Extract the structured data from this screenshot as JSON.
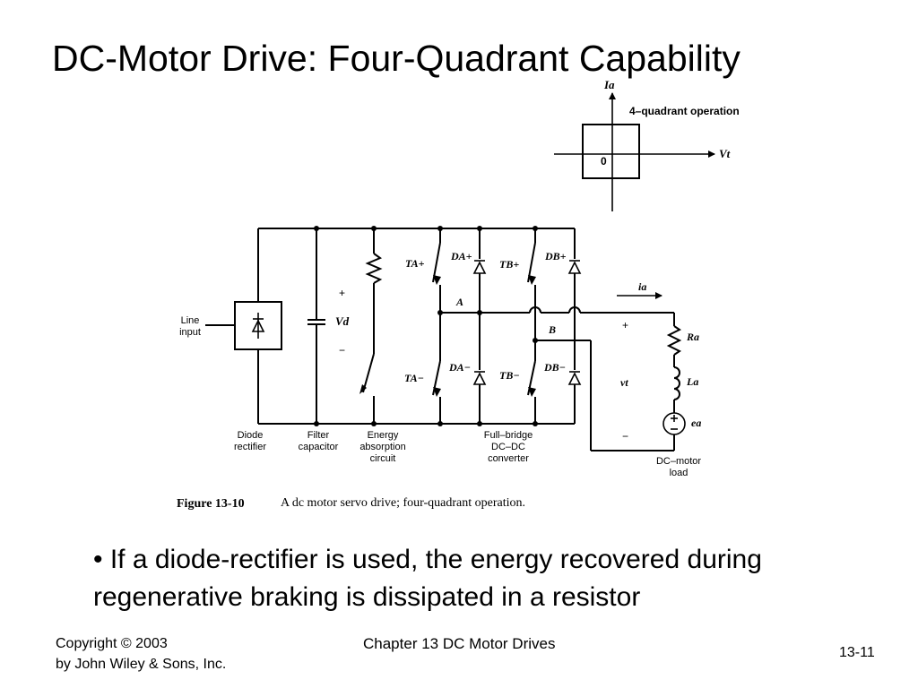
{
  "slide": {
    "title": "DC-Motor Drive: Four-Quadrant Capability",
    "bullet": "• If a diode-rectifier is used, the energy recovered during regenerative braking is dissipated in a resistor"
  },
  "quadrant": {
    "axis_y_label": "Ia",
    "axis_x_label": "Vt",
    "caption": "4–quadrant operation",
    "origin": "0"
  },
  "circuit": {
    "line_input": [
      "Line",
      "input"
    ],
    "vd_plus": "+",
    "vd_label": "Vd",
    "vd_minus": "−",
    "switch_ta_plus": "TA+",
    "switch_ta_minus": "TA−",
    "switch_tb_plus": "TB+",
    "switch_tb_minus": "TB−",
    "diode_da_plus": "DA+",
    "diode_da_minus": "DA−",
    "diode_db_plus": "DB+",
    "diode_db_minus": "DB−",
    "node_a": "A",
    "node_b": "B",
    "ia_label": "ia",
    "vt_plus": "+",
    "vt_label": "vt",
    "vt_minus": "−",
    "ra_label": "Ra",
    "la_label": "La",
    "ea_label": "ea",
    "block_diode_rectifier": [
      "Diode",
      "rectifier"
    ],
    "block_filter_capacitor": [
      "Filter",
      "capacitor"
    ],
    "block_energy_absorption": [
      "Energy",
      "absorption",
      "circuit"
    ],
    "block_full_bridge": [
      "Full–bridge",
      "DC–DC",
      "converter"
    ],
    "block_dc_motor": [
      "DC–motor",
      "load"
    ],
    "figure_number": "Figure 13-10",
    "figure_caption": "A dc motor servo drive; four-quadrant operation."
  },
  "footer": {
    "copyright_line1": "Copyright © 2003",
    "copyright_line2": "by John Wiley & Sons, Inc.",
    "chapter": "Chapter 13 DC Motor Drives",
    "page": "13-11"
  }
}
